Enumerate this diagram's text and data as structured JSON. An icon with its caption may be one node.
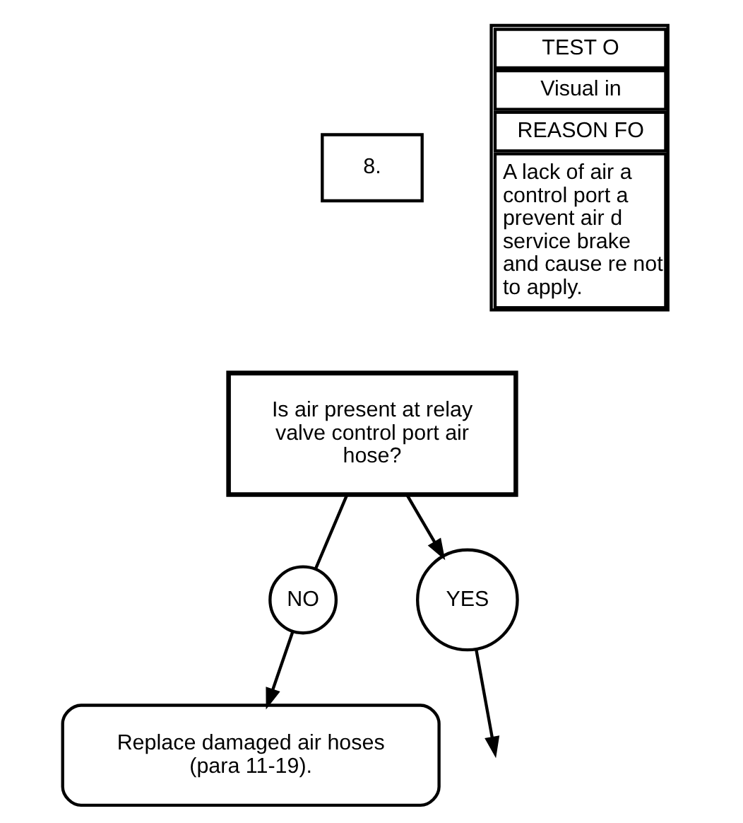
{
  "diagram": {
    "nodes": [
      {
        "text": [
          "8."
        ]
      },
      {
        "text": [
          "Is air present at relay valve control port air hose?"
        ]
      },
      {
        "text": [
          "NO"
        ]
      },
      {
        "text": [
          "YES"
        ]
      },
      {
        "text": [
          "Replace damaged air hoses (para 11-19)."
        ]
      }
    ],
    "edges": [
      {
        "from": 1,
        "to": 2,
        "arrow": "none"
      },
      {
        "from": 2,
        "to": 4,
        "arrow": "to"
      },
      {
        "from": 1,
        "to": 3,
        "arrow": "to"
      },
      {
        "from": 3,
        "to": null,
        "arrow": "to"
      }
    ],
    "labels": [
      "TEST O",
      "Visual in",
      "REASON FO",
      "A lack of air a control port a prevent air d service brake and cause re not to apply."
    ]
  }
}
